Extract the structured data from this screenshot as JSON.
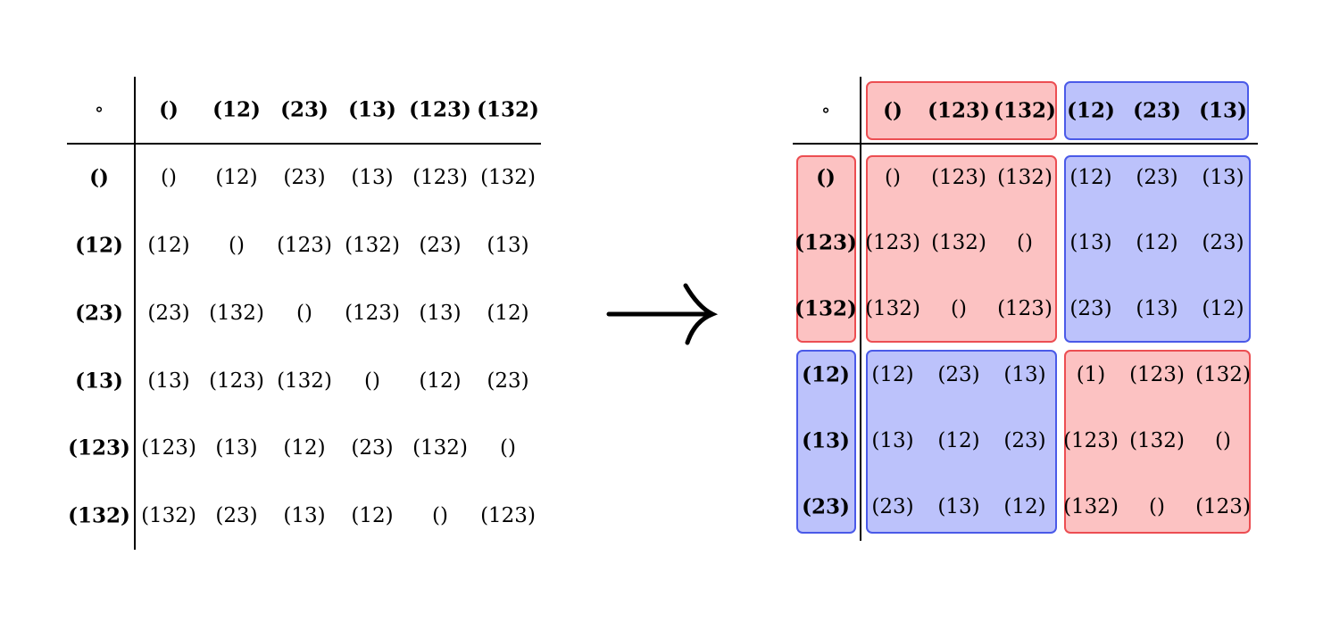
{
  "left_table": {
    "operator": "∘",
    "col_headers": [
      "()",
      "(12)",
      "(23)",
      "(13)",
      "(123)",
      "(132)"
    ],
    "row_headers": [
      "()",
      "(12)",
      "(23)",
      "(13)",
      "(123)",
      "(132)"
    ],
    "rows": [
      [
        "()",
        "(12)",
        "(23)",
        "(13)",
        "(123)",
        "(132)"
      ],
      [
        "(12)",
        "()",
        "(123)",
        "(132)",
        "(23)",
        "(13)"
      ],
      [
        "(23)",
        "(132)",
        "()",
        "(123)",
        "(13)",
        "(12)"
      ],
      [
        "(13)",
        "(123)",
        "(132)",
        "()",
        "(12)",
        "(23)"
      ],
      [
        "(123)",
        "(13)",
        "(12)",
        "(23)",
        "(132)",
        "()"
      ],
      [
        "(132)",
        "(23)",
        "(13)",
        "(12)",
        "()",
        "(123)"
      ]
    ]
  },
  "right_table": {
    "operator": "∘",
    "col_headers": [
      "()",
      "(123)",
      "(132)",
      "(12)",
      "(23)",
      "(13)"
    ],
    "row_headers": [
      "()",
      "(123)",
      "(132)",
      "(12)",
      "(13)",
      "(23)"
    ],
    "rows": [
      [
        "()",
        "(123)",
        "(132)",
        "(12)",
        "(23)",
        "(13)"
      ],
      [
        "(123)",
        "(132)",
        "()",
        "(13)",
        "(12)",
        "(23)"
      ],
      [
        "(132)",
        "()",
        "(123)",
        "(23)",
        "(13)",
        "(12)"
      ],
      [
        "(12)",
        "(23)",
        "(13)",
        "(1)",
        "(123)",
        "(132)"
      ],
      [
        "(13)",
        "(12)",
        "(23)",
        "(123)",
        "(132)",
        "()"
      ],
      [
        "(23)",
        "(13)",
        "(12)",
        "(132)",
        "()",
        "(123)"
      ]
    ]
  },
  "colors": {
    "red_fill": "#fcc2c2",
    "red_border": "#ec4e52",
    "blue_fill": "#bcc2fb",
    "blue_border": "#4a5ae8"
  },
  "arrow_icon": "right-arrow-icon"
}
